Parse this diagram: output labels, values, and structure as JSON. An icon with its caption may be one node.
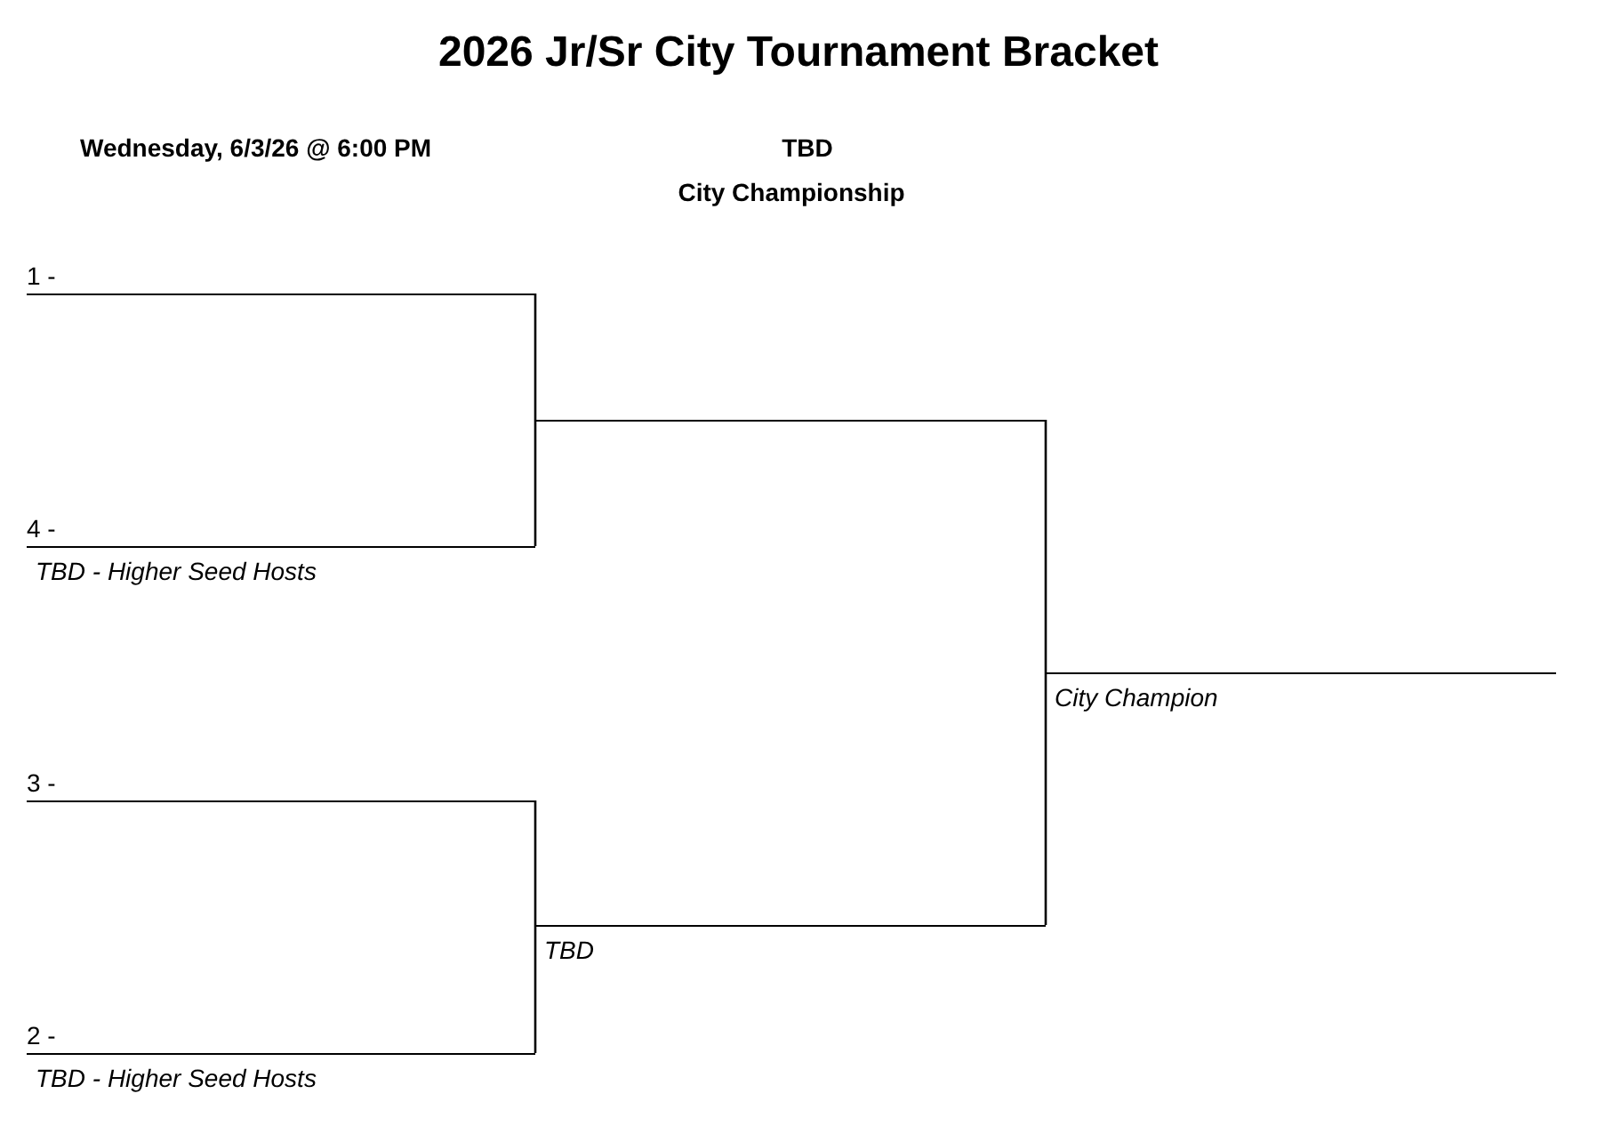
{
  "diagram": {
    "title": "2026 Jr/Sr City Tournament Bracket",
    "nodes": [
      {
        "text": [
          "1 -"
        ]
      },
      {
        "text": [
          "4 -"
        ],
        "beside": [
          "TBD - Higher Seed Hosts"
        ]
      },
      {
        "text": [
          "3 -"
        ]
      },
      {
        "text": [
          "2 -"
        ],
        "beside": [
          "TBD - Higher Seed Hosts"
        ]
      },
      {
        "text": [],
        "shape": "line"
      },
      {
        "text": [],
        "shape": "line",
        "beside": [
          "TBD"
        ]
      },
      {
        "text": [],
        "shape": "line",
        "beside": [
          "City Champion"
        ]
      }
    ],
    "edges": [
      {
        "from": 0,
        "to": 4,
        "arrow": "none"
      },
      {
        "from": 1,
        "to": 4,
        "arrow": "none"
      },
      {
        "from": 2,
        "to": 5,
        "arrow": "none"
      },
      {
        "from": 3,
        "to": 5,
        "arrow": "none"
      },
      {
        "from": 4,
        "to": 6,
        "arrow": "none"
      },
      {
        "from": 5,
        "to": 6,
        "arrow": "none"
      }
    ],
    "labels": [
      "Wednesday, 6/3/26 @ 6:00 PM",
      "TBD",
      "City Championship"
    ]
  }
}
